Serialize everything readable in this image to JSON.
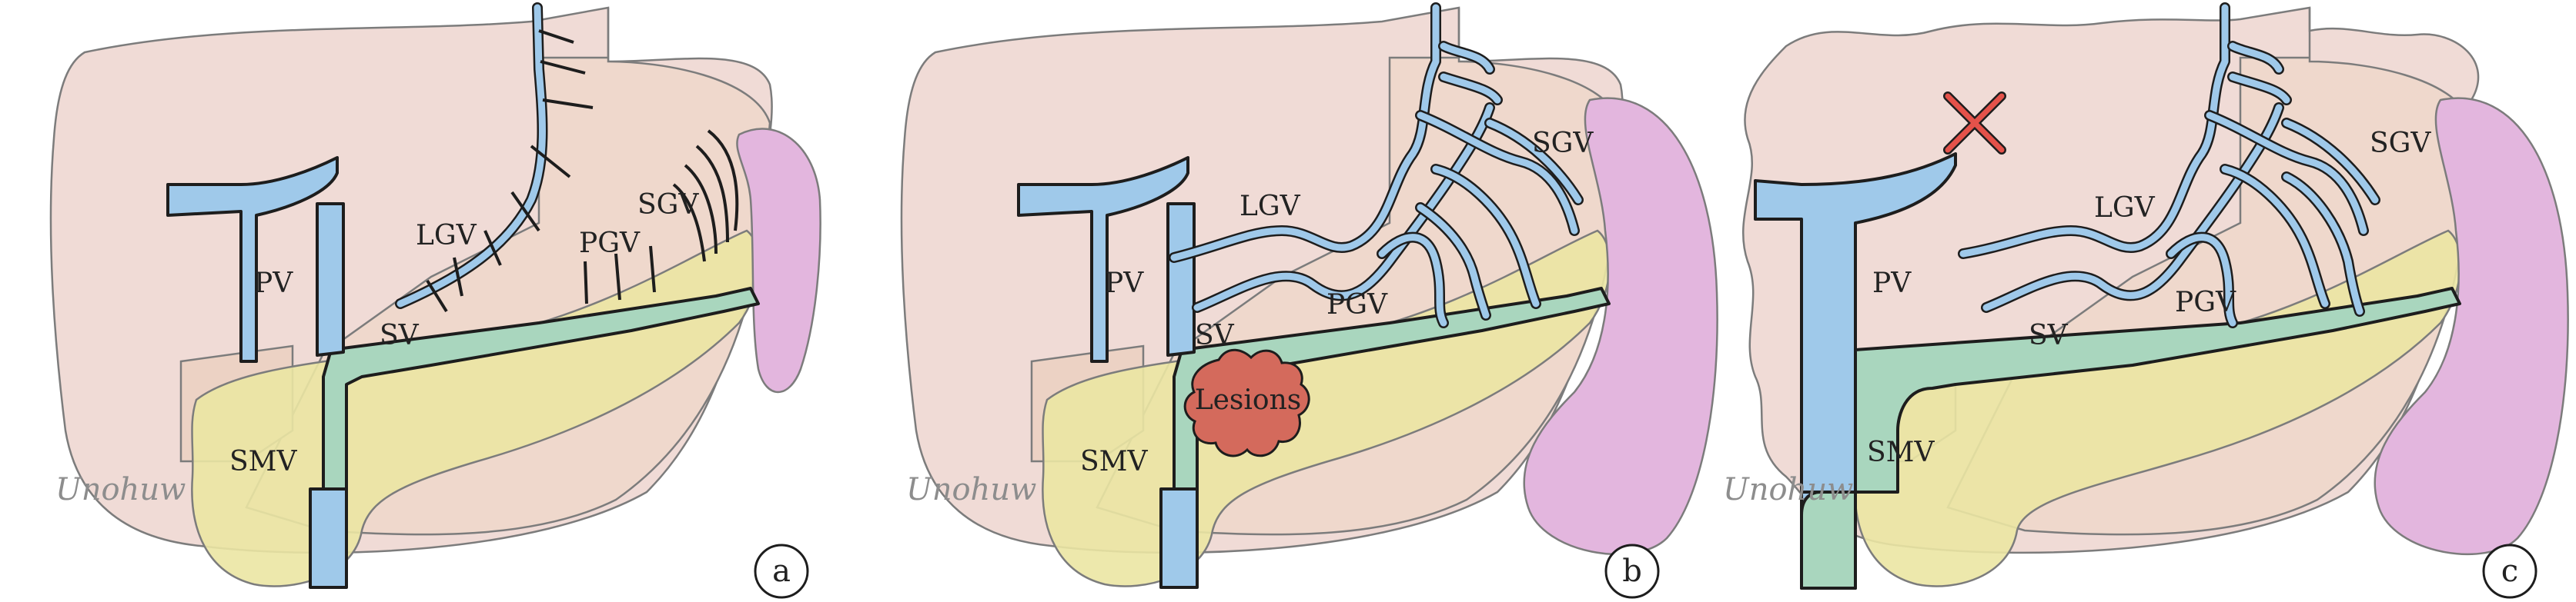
{
  "panels": [
    {
      "letter": "a",
      "labels": {
        "pv": "PV",
        "lgv": "LGV",
        "pgv": "PGV",
        "sgv": "SGV",
        "sv": "SV",
        "smv": "SMV"
      },
      "signature": "Unohuw"
    },
    {
      "letter": "b",
      "labels": {
        "pv": "PV",
        "lgv": "LGV",
        "pgv": "PGV",
        "sgv": "SGV",
        "sv": "SV",
        "smv": "SMV",
        "lesion": "Lesions"
      },
      "signature": "Unohuw"
    },
    {
      "letter": "c",
      "labels": {
        "pv": "PV",
        "lgv": "LGV",
        "pgv": "PGV",
        "sgv": "SGV",
        "sv": "SV",
        "smv": "SMV"
      },
      "signature": "Unohuw"
    }
  ],
  "colors": {
    "stomach": "#f0dbd6",
    "liver_overlay": "#efd8cc",
    "pancreas": "#ebe6a3",
    "spleen": "#e3b6de",
    "portal_vein": "#9fc9ea",
    "splenic_vein": "#a9d6be",
    "lesion": "#d46a5c",
    "occlusion_mark": "#e4524a"
  }
}
